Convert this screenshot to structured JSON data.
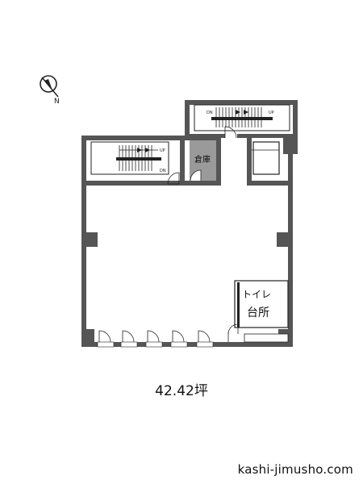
{
  "rooms": {
    "storage": "倉庫",
    "toilet": "トイレ",
    "kitchen": "台所"
  },
  "stairs": {
    "left_up": "UP",
    "left_down": "DN",
    "right_up": "UP",
    "right_down": "DN"
  },
  "compass": {
    "north": "N"
  },
  "area_label": "42.42坪",
  "website": "kashi-jimusho.com",
  "colors": {
    "wall": "#555555",
    "storage_fill": "#9a9a9a",
    "line": "#222222"
  }
}
